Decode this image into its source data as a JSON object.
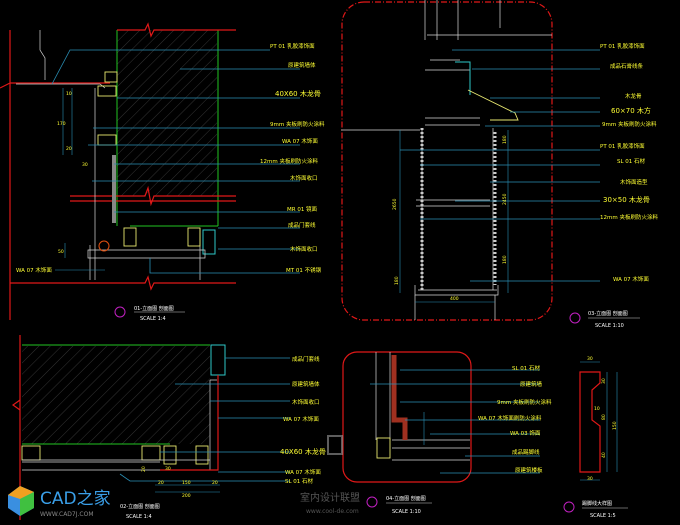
{
  "drawing_left_top": {
    "labels": [
      "PT 01 乳胶漆饰面",
      "原建筑墙体",
      "40X60 木龙骨",
      "9mm 夹板刷防火涂料",
      "WA 07 木饰面",
      "12mm 夹板刷防火涂料",
      "木饰面收口",
      "MR 01 镜面",
      "成品门套线",
      "木饰面收口",
      "MT 01 不锈钢"
    ],
    "left_label": "WA 07 木饰面",
    "dims": [
      "10",
      "170",
      "20",
      "30",
      "50"
    ],
    "title": "01-立面图 剖面图",
    "scale": "SCALE 1:4"
  },
  "drawing_right_top": {
    "labels": [
      "PT 01 乳胶漆饰面",
      "成品石膏线条",
      "木龙骨",
      "60×70 木方",
      "9mm 夹板刷防火涂料",
      "PT 01 乳胶漆饰面",
      "SL 01 石材",
      "木饰面造型",
      "30×50 木龙骨",
      "12mm 夹板刷防火涂料",
      "WA 07 木饰面"
    ],
    "dims": [
      "2650",
      "400",
      "2450",
      "180",
      "180",
      "180"
    ],
    "title": "03-立面图 剖面图",
    "scale": "SCALE 1:10"
  },
  "drawing_left_bottom": {
    "labels": [
      "成品门套线",
      "原建筑墙体",
      "木饰面收口",
      "WA 07 木饰面",
      "40X60 木龙骨",
      "WA 07 木饰面",
      "SL 01 石材"
    ],
    "dims": [
      "20",
      "150",
      "20",
      "200",
      "30",
      "20"
    ],
    "title": "02-立面图 剖面图",
    "scale": "SCALE 1:4"
  },
  "drawing_mid_bottom": {
    "labels": [
      "SL 01 石材",
      "原建筑墙",
      "9mm 夹板刷防火涂料",
      "WA 07 木饰面刷防火涂料",
      "WA 03 饰面",
      "成品踢脚线",
      "原建筑楼板"
    ],
    "title": "04-立面图 剖面图",
    "scale": "SCALE 1:10"
  },
  "drawing_right_bottom": {
    "dims": [
      "30",
      "30",
      "80",
      "10",
      "40",
      "150",
      "30"
    ],
    "title": "踢脚线大样图",
    "scale": "SCALE 1:5"
  },
  "watermarks": {
    "cad_logo": "CAD之家",
    "cad_url": "WWW.CAD7J.COM",
    "cool_logo": "室内设计联盟",
    "cool_url": "www.cool-de.com"
  },
  "colors": {
    "background": "#000000",
    "text": "#ffff33",
    "leader": "#2a8fb5",
    "border": "#e01818",
    "wall": "#22c422"
  }
}
